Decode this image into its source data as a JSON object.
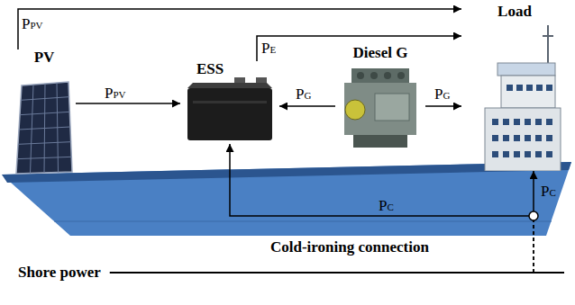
{
  "diagram": {
    "nodes": [
      {
        "text": [
          "PV"
        ]
      },
      {
        "text": [
          "ESS"
        ]
      },
      {
        "text": [
          "Diesel G"
        ]
      },
      {
        "text": [
          "Load"
        ]
      },
      {
        "text": [
          "Shore power"
        ]
      }
    ],
    "edges": [
      {
        "from": 0,
        "to": 3,
        "arrow": "to",
        "label": "PPV"
      },
      {
        "from": 0,
        "to": 1,
        "arrow": "to",
        "label": "PPV"
      },
      {
        "from": 1,
        "to": 3,
        "arrow": "to",
        "label": "PE"
      },
      {
        "from": 2,
        "to": 1,
        "arrow": "to",
        "label": "PG"
      },
      {
        "from": 2,
        "to": 3,
        "arrow": "to",
        "label": "PG"
      },
      {
        "from": 4,
        "to": 1,
        "arrow": "to",
        "label": "PC"
      },
      {
        "from": 4,
        "to": 3,
        "arrow": "to",
        "label": "PC"
      }
    ],
    "labels": [
      "Cold-ironing connection"
    ]
  }
}
